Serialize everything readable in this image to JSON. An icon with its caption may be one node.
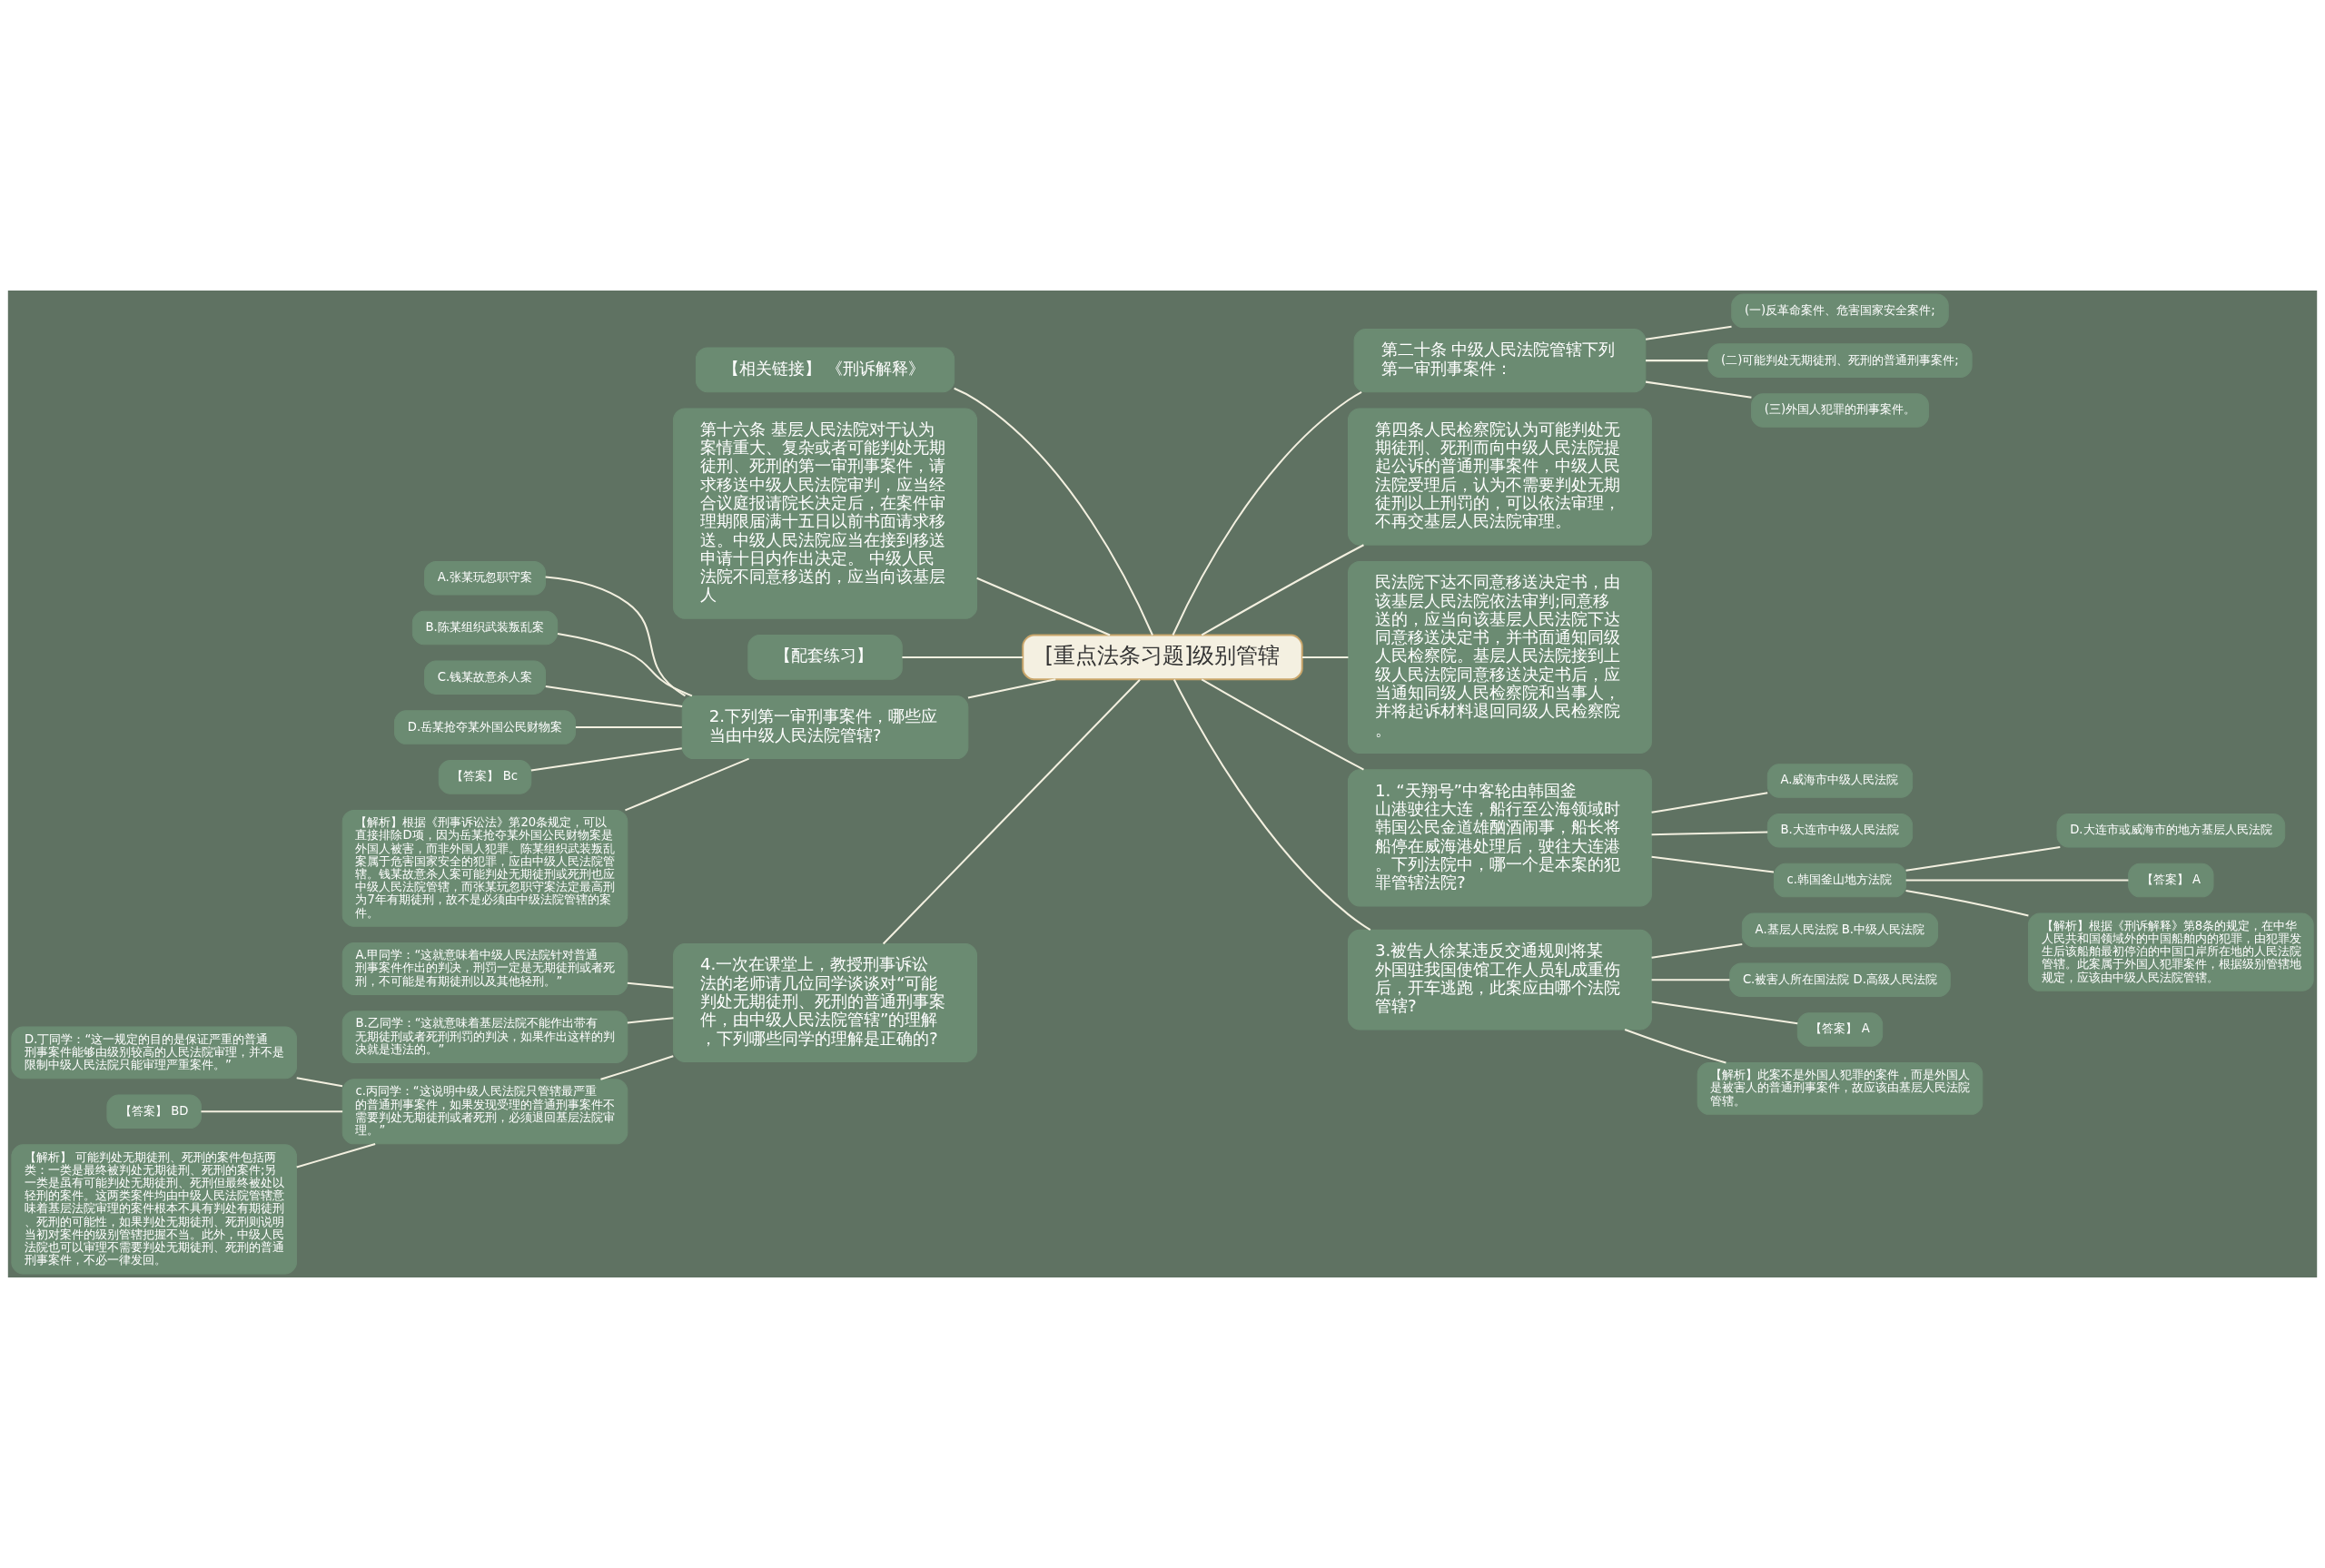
{
  "diagram": {
    "nodes": [
      {
        "text": [
          "[重点法条习题]级别管辖"
        ]
      },
      {
        "text": [
          "第二十条 中级人民法院管辖下列第一审刑事案件："
        ]
      },
      {
        "text": [
          "(一)反革命案件、危害国家安全案件;"
        ]
      },
      {
        "text": [
          "(二)可能判处无期徒刑、死刑的普通刑事案件;"
        ]
      },
      {
        "text": [
          "(三)外国人犯罪的刑事案件。"
        ]
      },
      {
        "text": [
          "第四条人民检察院认为可能判处无期徒刑、死刑而向中级人民法院提起公诉的普通刑事案件，中级人民法院受理后，认为不需要判处无期徒刑以上刑罚的，可以依法审理，不再交基层人民法院审理。"
        ]
      },
      {
        "text": [
          "民法院下达不同意移送决定书，由该基层人民法院依法审判;同意移送的，应当向该基层人民法院下达同意移送决定书，并书面通知同级人民检察院。基层人民法院接到上级人民法院同意移送决定书后，应当通知同级人民检察院和当事人，并将起诉材料退回同级人民检察院。"
        ]
      },
      {
        "text": [
          "1. “天翔号”中客轮由韩国釜山港驶往大连，船行至公海领域时韩国公民金道雄酗酒闹事，船长将船停在威海港处理后，驶往大连港。下列法院中，哪一个是本案的犯罪管辖法院?"
        ]
      },
      {
        "text": [
          "A.威海市中级人民法院"
        ]
      },
      {
        "text": [
          "B.大连市中级人民法院"
        ]
      },
      {
        "text": [
          "c.韩国釜山地方法院"
        ]
      },
      {
        "text": [
          "D.大连市或威海市的地方基层人民法院"
        ]
      },
      {
        "text": [
          "【答案】 A"
        ]
      },
      {
        "text": [
          "【解析】根据《刑诉解释》第8条的规定，在中华人民共和国领域外的中国船舶内的犯罪，由犯罪发生后该船舶最初停泊的中国口岸所在地的人民法院管辖。此案属于外国人犯罪案件，根据级别管辖地规定，应该由中级人民法院管辖。"
        ]
      },
      {
        "text": [
          "3.被告人徐某违反交通规则将某外国驻我国使馆工作人员轧成重伤后，开车逃跑，此案应由哪个法院管辖?"
        ]
      },
      {
        "text": [
          "A.基层人民法院 B.中级人民法院"
        ]
      },
      {
        "text": [
          "C.被害人所在国法院 D.高级人民法院"
        ]
      },
      {
        "text": [
          "【答案】 A"
        ]
      },
      {
        "text": [
          "【解析】此案不是外国人犯罪的案件，而是外国人是被害人的普通刑事案件，故应该由基层人民法院管辖。"
        ]
      },
      {
        "text": [
          "【相关链接】 《刑诉解释》"
        ]
      },
      {
        "text": [
          "第十六条 基层人民法院对于认为案情重大、复杂或者可能判处无期徒刑、死刑的第一审刑事案件，请求移送中级人民法院审判，应当经合议庭报请院长决定后，在案件审理期限届满十五日以前书面请求移送。中级人民法院应当在接到移送申请十日内作出决定。 中级人民法院不同意移送的，应当向该基层人"
        ]
      },
      {
        "text": [
          "【配套练习】"
        ]
      },
      {
        "text": [
          "2.下列第一审刑事案件，哪些应当由中级人民法院管辖?"
        ]
      },
      {
        "text": [
          "A.张某玩忽职守案"
        ]
      },
      {
        "text": [
          "B.陈某组织武装叛乱案"
        ]
      },
      {
        "text": [
          "C.钱某故意杀人案"
        ]
      },
      {
        "text": [
          "D.岳某抢夺某外国公民财物案"
        ]
      },
      {
        "text": [
          "【答案】 Bc"
        ]
      },
      {
        "text": [
          "【解析】根据《刑事诉讼法》第20条规定，可以直接排除D项，因为岳某抢夺某外国公民财物案是外国人被害，而非外国人犯罪。陈某组织武装叛乱案属于危害国家安全的犯罪，应由中级人民法院管辖。钱某故意杀人案可能判处无期徒刑或死刑也应中级人民法院管辖，而张某玩忽职守案法定最高刑为7年有期徒刑，故不是必须由中级法院管辖的案件。"
        ]
      },
      {
        "text": [
          "4.一次在课堂上，教授刑事诉讼法的老师请几位同学谈谈对“可能判处无期徒刑、死刑的普通刑事案件，由中级人民法院管辖”的理解，下列哪些同学的理解是正确的?"
        ]
      },
      {
        "text": [
          "A.甲同学：“这就意味着中级人民法院针对普通刑事案件作出的判决，刑罚一定是无期徒刑或者死刑，不可能是有期徒刑以及其他轻刑。”"
        ]
      },
      {
        "text": [
          "B.乙同学：“这就意味着基层法院不能作出带有无期徒刑或者死刑刑罚的判决，如果作出这样的判决就是违法的。”"
        ]
      },
      {
        "text": [
          "c.丙同学：“这说明中级人民法院只管辖最严重的普通刑事案件，如果发现受理的普通刑事案件不需要判处无期徒刑或者死刑，必须退回基层法院审理。”"
        ]
      },
      {
        "text": [
          "D.丁同学：“这一规定的目的是保证严重的普通刑事案件能够由级别较高的人民法院审理，并不是限制中级人民法院只能审理严重案件。”"
        ]
      },
      {
        "text": [
          "【答案】 BD"
        ]
      },
      {
        "text": [
          "【解析】 可能判处无期徒刑、死刑的案件包括两类：一类是最终被判处无期徒刑、死刑的案件;另一类是虽有可能判处无期徒刑、死刑但最终被处以轻刑的案件。这两类案件均由中级人民法院管辖意味着基层法院审理的案件根本不具有判处有期徒刑、死刑的可能性，如果判处无期徒刑、死刑则说明当初对案件的级别管辖把握不当。此外，中级人民法院也可以审理不需要判处无期徒刑、死刑的普通刑事案件，不必一律发回。"
        ]
      }
    ],
    "edges": [
      {
        "from": 0,
        "to": 1,
        "arrow": "none"
      },
      {
        "from": 1,
        "to": 2,
        "arrow": "none"
      },
      {
        "from": 1,
        "to": 3,
        "arrow": "none"
      },
      {
        "from": 1,
        "to": 4,
        "arrow": "none"
      },
      {
        "from": 0,
        "to": 5,
        "arrow": "none"
      },
      {
        "from": 0,
        "to": 6,
        "arrow": "none"
      },
      {
        "from": 0,
        "to": 7,
        "arrow": "none"
      },
      {
        "from": 7,
        "to": 8,
        "arrow": "none"
      },
      {
        "from": 7,
        "to": 9,
        "arrow": "none"
      },
      {
        "from": 7,
        "to": 10,
        "arrow": "none"
      },
      {
        "from": 10,
        "to": 11,
        "arrow": "none"
      },
      {
        "from": 10,
        "to": 12,
        "arrow": "none"
      },
      {
        "from": 10,
        "to": 13,
        "arrow": "none"
      },
      {
        "from": 0,
        "to": 14,
        "arrow": "none"
      },
      {
        "from": 14,
        "to": 15,
        "arrow": "none"
      },
      {
        "from": 14,
        "to": 16,
        "arrow": "none"
      },
      {
        "from": 14,
        "to": 17,
        "arrow": "none"
      },
      {
        "from": 14,
        "to": 18,
        "arrow": "none"
      },
      {
        "from": 0,
        "to": 19,
        "arrow": "none"
      },
      {
        "from": 0,
        "to": 20,
        "arrow": "none"
      },
      {
        "from": 0,
        "to": 21,
        "arrow": "none"
      },
      {
        "from": 0,
        "to": 22,
        "arrow": "none"
      },
      {
        "from": 22,
        "to": 23,
        "arrow": "none"
      },
      {
        "from": 22,
        "to": 24,
        "arrow": "none"
      },
      {
        "from": 22,
        "to": 25,
        "arrow": "none"
      },
      {
        "from": 22,
        "to": 26,
        "arrow": "none"
      },
      {
        "from": 22,
        "to": 27,
        "arrow": "none"
      },
      {
        "from": 22,
        "to": 28,
        "arrow": "none"
      },
      {
        "from": 0,
        "to": 29,
        "arrow": "none"
      },
      {
        "from": 29,
        "to": 30,
        "arrow": "none"
      },
      {
        "from": 29,
        "to": 31,
        "arrow": "none"
      },
      {
        "from": 29,
        "to": 32,
        "arrow": "none"
      },
      {
        "from": 32,
        "to": 33,
        "arrow": "none"
      },
      {
        "from": 32,
        "to": 34,
        "arrow": "none"
      },
      {
        "from": 32,
        "to": 35,
        "arrow": "none"
      }
    ]
  }
}
